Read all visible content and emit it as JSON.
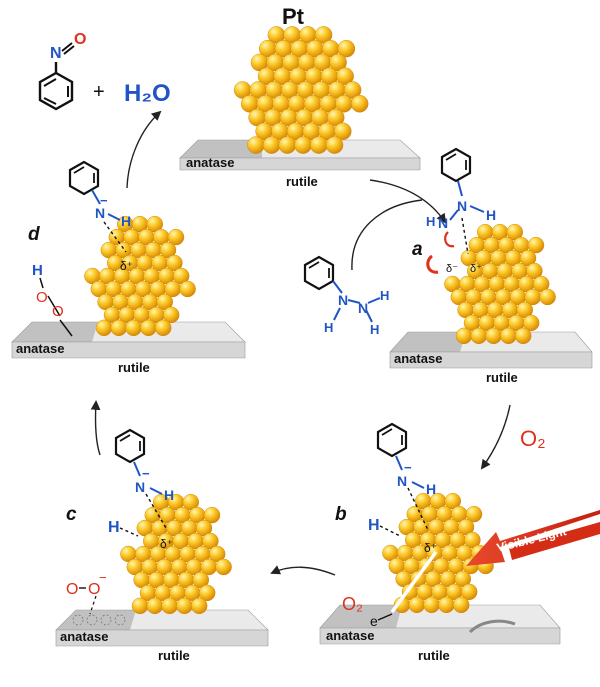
{
  "title": "Pt",
  "colors": {
    "sphere_light": "#fff2a0",
    "sphere_mid": "#f9c01a",
    "sphere_dark": "#d98a05",
    "nitrogen_blue": "#2155c5",
    "oxygen_red": "#e0301e",
    "arrow_red": "#e03a20",
    "slab_top": "#efefef",
    "slab_dark": "#b5b5b5"
  },
  "substrate": {
    "anatase": "anatase",
    "rutile": "rutile"
  },
  "steps": {
    "a": "a",
    "b": "b",
    "c": "c",
    "d": "d"
  },
  "reagents": {
    "nitrosobenzene_N": "N",
    "nitrosobenzene_O": "O",
    "plus": "+",
    "water": "H₂O",
    "oxygen": "O₂"
  },
  "atoms": {
    "N": "N",
    "H": "H",
    "O": "O",
    "e": "e",
    "minus": "−",
    "delta_plus": "δ⁺",
    "delta_minus": "δ⁻"
  },
  "light": {
    "label": "Visible Light"
  }
}
